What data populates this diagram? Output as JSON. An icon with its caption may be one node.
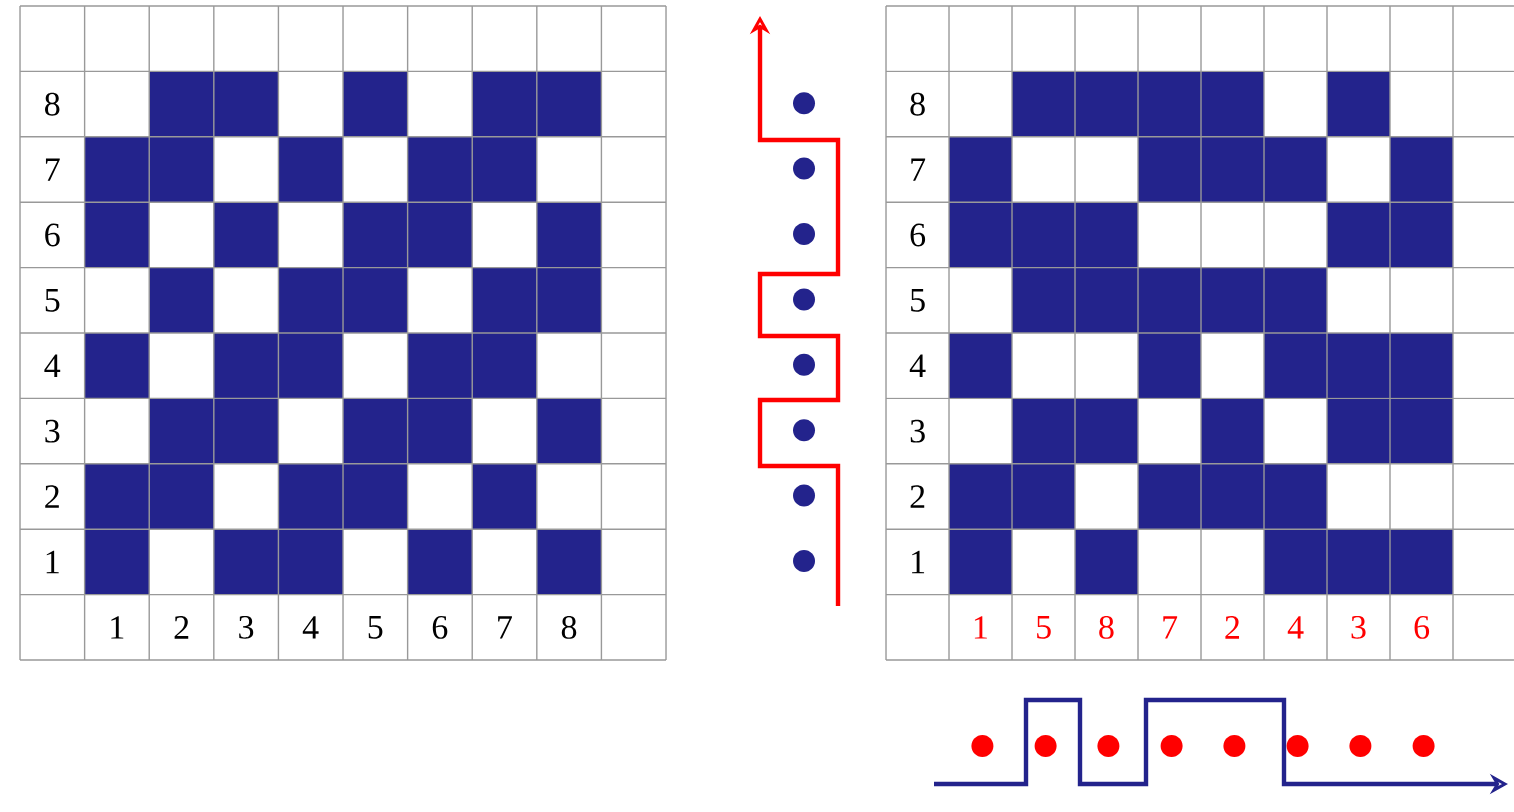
{
  "diagram": {
    "labels": [
      "8",
      "7",
      "6",
      "5",
      "4",
      "3",
      "2",
      "1",
      "1",
      "2",
      "3",
      "4",
      "5",
      "6",
      "7",
      "8",
      "8",
      "7",
      "6",
      "5",
      "4",
      "3",
      "2",
      "1",
      "1",
      "5",
      "8",
      "7",
      "2",
      "4",
      "3",
      "6"
    ]
  }
}
